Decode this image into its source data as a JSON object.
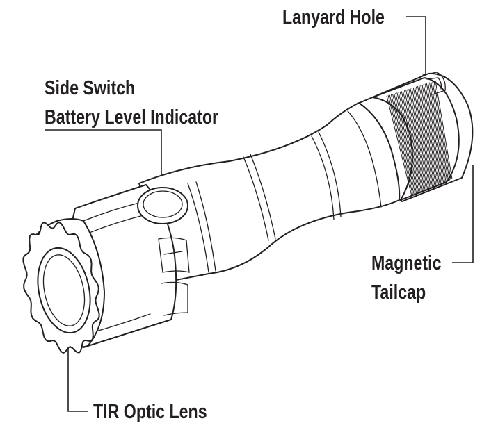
{
  "callouts": {
    "lanyard_hole": "Lanyard Hole",
    "side_switch": "Side Switch",
    "battery_indicator": "Battery Level Indicator",
    "magnetic": "Magnetic",
    "tailcap": "Tailcap",
    "tir_lens": "TIR Optic Lens"
  },
  "colors": {
    "ink": "#231f20",
    "background": "#ffffff",
    "knurl_shade": "#b9b9b9"
  }
}
